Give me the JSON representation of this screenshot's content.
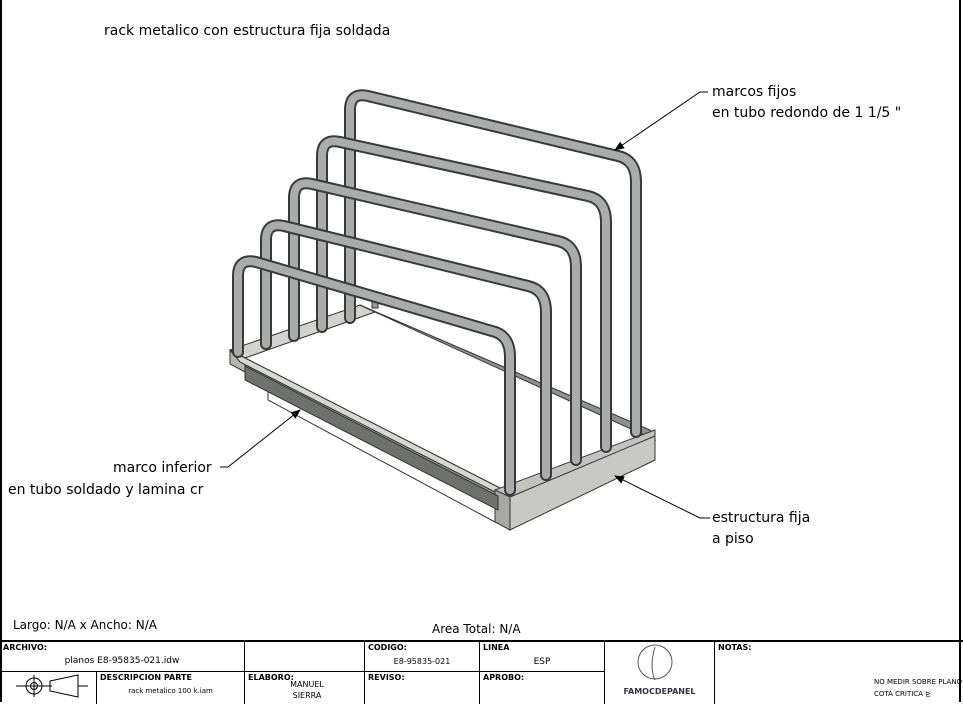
{
  "title": "rack metalico con estructura fija soldada",
  "annotations": {
    "marcos_line1": "marcos fijos",
    "marcos_line2": "en tubo redondo de 1 1/5 \"",
    "inferior_line1": "marco inferior",
    "inferior_line2": "en tubo soldado y lamina cr",
    "estructura_line1": "estructura fija",
    "estructura_line2": "a piso"
  },
  "dimensions": "Largo: N/A x Ancho: N/A",
  "area": "Area Total: N/A",
  "title_block": {
    "archivo_label": "ARCHIVO:",
    "archivo_value": "planos E8-95835-021.idw",
    "codigo_label": "CODIGO:",
    "codigo_value": "E8-95835-021",
    "linea_label": "LINEA",
    "linea_value": "ESP",
    "descripcion_label": "DESCRIPCION PARTE",
    "descripcion_value": "rack metalico 100 k.iam",
    "elaboro_label": "ELABORO:",
    "elaboro_value": "MANUEL SIERRA",
    "reviso_label": "REVISO:",
    "aprobo_label": "APROBO:",
    "logo_text": "FAMOCDEPANEL",
    "notas_label": "NOTAS:",
    "nota1": "NO MEDIR SOBRE PLANO",
    "nota2": "COTA CRITICA ⊵"
  },
  "colors": {
    "tube": "#a9acab",
    "tube_edge": "#3a3a3a",
    "base": "#c2c3bf"
  }
}
